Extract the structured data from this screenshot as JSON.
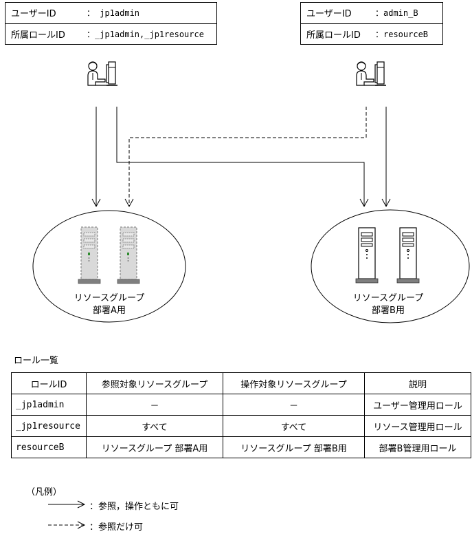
{
  "users": [
    {
      "user_id_label": "ユーザーID",
      "user_id_value": "： jp1admin",
      "role_label": "所属ロールID",
      "role_value": "：_jp1admin,_jp1resource"
    },
    {
      "user_id_label": "ユーザーID",
      "user_id_value": "：admin_B",
      "role_label": "所属ロールID",
      "role_value": "：resourceB"
    }
  ],
  "groups": [
    {
      "line1": "リソースグループ",
      "line2": "部署A用"
    },
    {
      "line1": "リソースグループ",
      "line2": "部署B用"
    }
  ],
  "role_list": {
    "title": "ロール一覧",
    "headers": [
      "ロールID",
      "参照対象リソースグループ",
      "操作対象リソースグループ",
      "説明"
    ],
    "rows": [
      [
        "_jp1admin",
        "－",
        "－",
        "ユーザー管理用ロール"
      ],
      [
        "_jp1resource",
        "すべて",
        "すべて",
        "リソース管理用ロール"
      ],
      [
        "resourceB",
        "リソースグループ 部署A用",
        "リソースグループ 部署B用",
        "部署B管理用ロール"
      ]
    ]
  },
  "legend": {
    "title": "（凡例）",
    "solid_text": "：参照，操作ともに可",
    "dashed_text": "：参照だけ可"
  },
  "icons": {
    "user": "user-at-computer-icon",
    "server": "server-tower-icon"
  },
  "colors": {
    "line": "#000000",
    "server_inactive_fill": "#d9d9d9",
    "server_inactive_stroke": "#777777",
    "server_active_fill": "#ffffff",
    "server_base": "#7f7f7f",
    "server_led": "#2e8b2e"
  }
}
